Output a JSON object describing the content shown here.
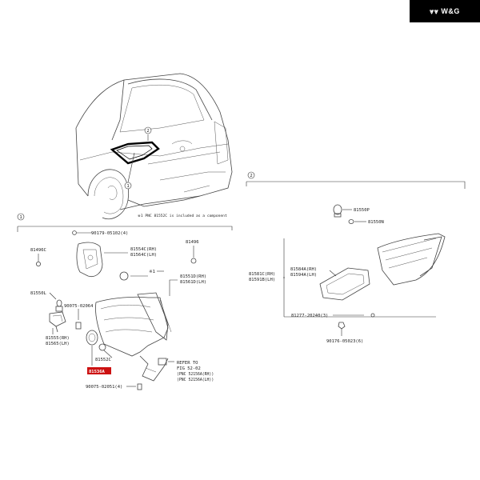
{
  "brand": {
    "mark": "⩔⩔",
    "text": "W&G"
  },
  "car": {
    "callout_1": "1",
    "callout_2": "2",
    "note": "※1 PNC 81552C is included as a component"
  },
  "section1": {
    "marker": "1",
    "labels": {
      "p90179": "90179-05102(4)",
      "p81496c": "81496C",
      "p81554c": "81554C(RH)",
      "p81564c": "81564C(LH)",
      "p81496": "81496",
      "p81551d": "81551D(RH)",
      "p81561d": "81561D(LH)",
      "p81550l": "81550L",
      "p90075a": "90075-02064",
      "p81555": "81555(RH)",
      "p81565": "81565(LH)",
      "p81552c": "81552C",
      "p81536a": "81536A",
      "p90075b": "90075-02051(4)",
      "ref_refer": "REFER TO",
      "ref_fig": "FIG 52-02",
      "ref_rh": "(PNC 52156A(RH))",
      "ref_lh": "(PNC 52156A(LH))",
      "star": "※1"
    }
  },
  "section2": {
    "marker": "2",
    "labels": {
      "p81550p": "81550P",
      "p81550n": "81550N",
      "p81584a": "81584A(RH)",
      "p81594a": "81594A(LH)",
      "p81581c": "81581C(RH)",
      "p81591b": "81591B(LH)",
      "p81277": "81277-20240(3)",
      "p90176": "90176-05023(6)"
    }
  },
  "colors": {
    "highlight": "#cc1111",
    "badge": "#000000"
  }
}
